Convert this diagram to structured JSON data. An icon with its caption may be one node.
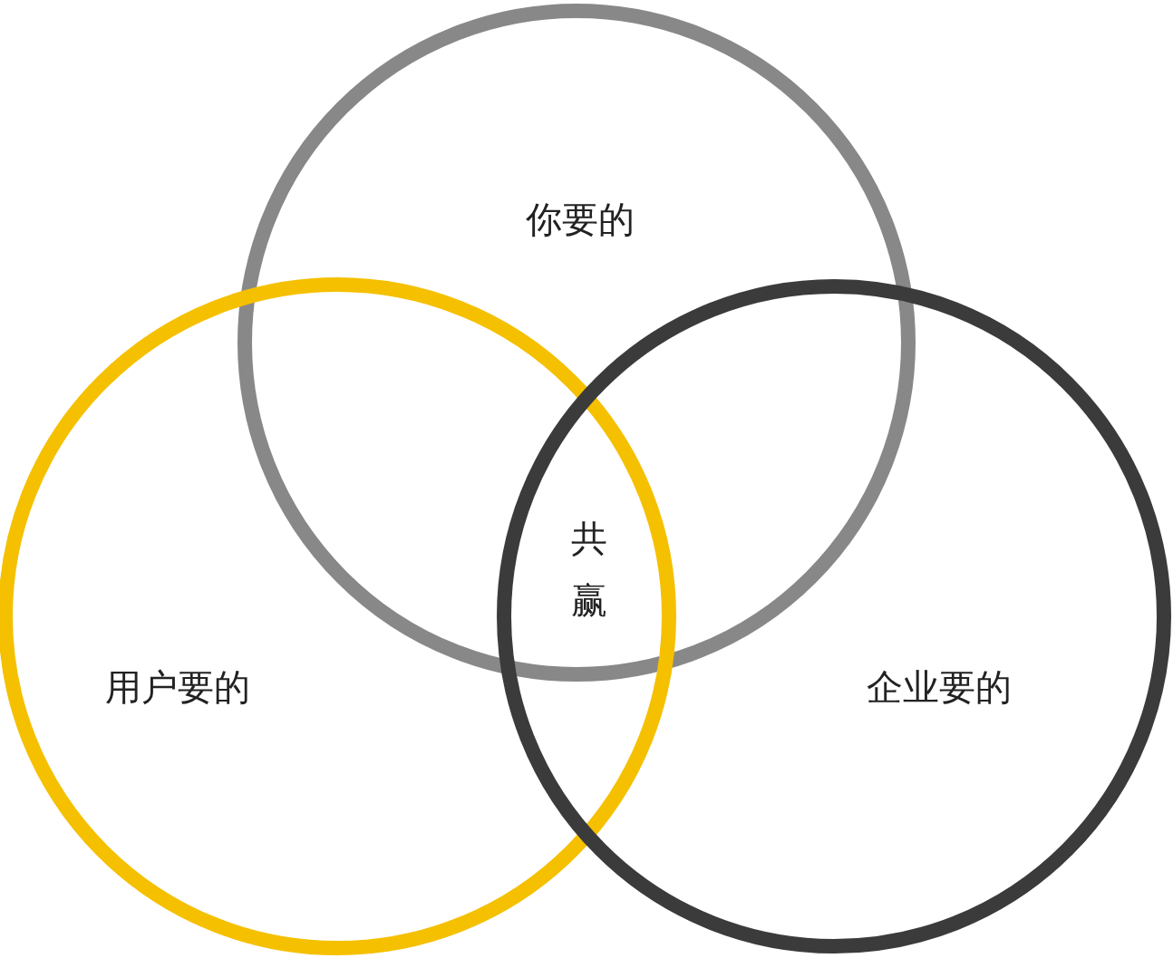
{
  "diagram": {
    "nodes": [
      {
        "text": [
          "你要的"
        ]
      },
      {
        "text": [
          "用户要的"
        ]
      },
      {
        "text": [
          "企业要的"
        ]
      }
    ],
    "labels": [
      "共赢"
    ]
  }
}
